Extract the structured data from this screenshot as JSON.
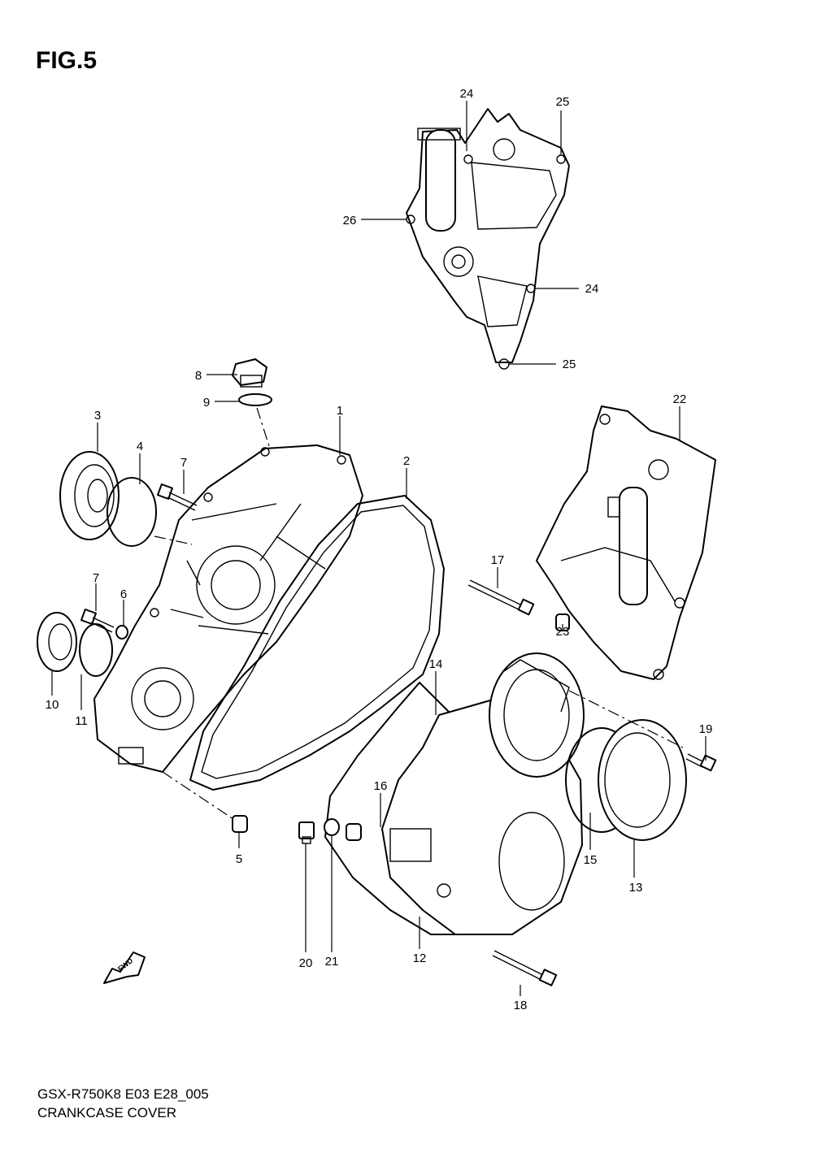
{
  "figure": {
    "title": "FIG.5",
    "model_code": "GSX-R750K8 E03 E28_005",
    "name": "CRANKCASE COVER"
  },
  "orientation_marker": {
    "icon": "fwd-arrow-icon",
    "label": "FWD"
  },
  "callouts": [
    {
      "id": "c1",
      "label": "1"
    },
    {
      "id": "c2",
      "label": "2"
    },
    {
      "id": "c3",
      "label": "3"
    },
    {
      "id": "c4",
      "label": "4"
    },
    {
      "id": "c5",
      "label": "5"
    },
    {
      "id": "c6",
      "label": "6"
    },
    {
      "id": "c7a",
      "label": "7"
    },
    {
      "id": "c7b",
      "label": "7"
    },
    {
      "id": "c8",
      "label": "8"
    },
    {
      "id": "c9",
      "label": "9"
    },
    {
      "id": "c10",
      "label": "10"
    },
    {
      "id": "c11",
      "label": "11"
    },
    {
      "id": "c12",
      "label": "12"
    },
    {
      "id": "c13",
      "label": "13"
    },
    {
      "id": "c14",
      "label": "14"
    },
    {
      "id": "c15",
      "label": "15"
    },
    {
      "id": "c16",
      "label": "16"
    },
    {
      "id": "c17",
      "label": "17"
    },
    {
      "id": "c18",
      "label": "18"
    },
    {
      "id": "c19",
      "label": "19"
    },
    {
      "id": "c20",
      "label": "20"
    },
    {
      "id": "c21",
      "label": "21"
    },
    {
      "id": "c22",
      "label": "22"
    },
    {
      "id": "c23",
      "label": "23"
    },
    {
      "id": "c24a",
      "label": "24"
    },
    {
      "id": "c24b",
      "label": "24"
    },
    {
      "id": "c25a",
      "label": "25"
    },
    {
      "id": "c25b",
      "label": "25"
    },
    {
      "id": "c26",
      "label": "26"
    }
  ]
}
